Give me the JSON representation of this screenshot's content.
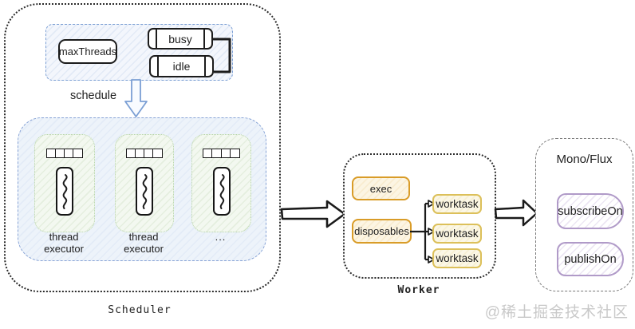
{
  "scheduler": {
    "label": "Scheduler",
    "schedule_label": "schedule",
    "pool": {
      "max_threads": "maxThreads",
      "busy": "busy",
      "idle": "idle"
    },
    "executors": [
      "thread\nexecutor",
      "thread\nexecutor",
      "..."
    ]
  },
  "worker": {
    "label": "Worker",
    "exec": "exec",
    "disposables": "disposables",
    "worktasks": [
      "worktask",
      "worktask",
      "worktask"
    ]
  },
  "mono_flux": {
    "title": "Mono/Flux",
    "subscribe_on": "subscribeOn",
    "publish_on": "publishOn"
  },
  "watermark": "@稀土掘金技术社区",
  "colors": {
    "ink": "#1f1f1f",
    "blue": "#7b9fd4",
    "green": "#b5d3a8",
    "orange": "#d99c28",
    "yellow": "#dcc05a",
    "purple": "#b09ac8",
    "watermark": "#c9c9c9"
  }
}
